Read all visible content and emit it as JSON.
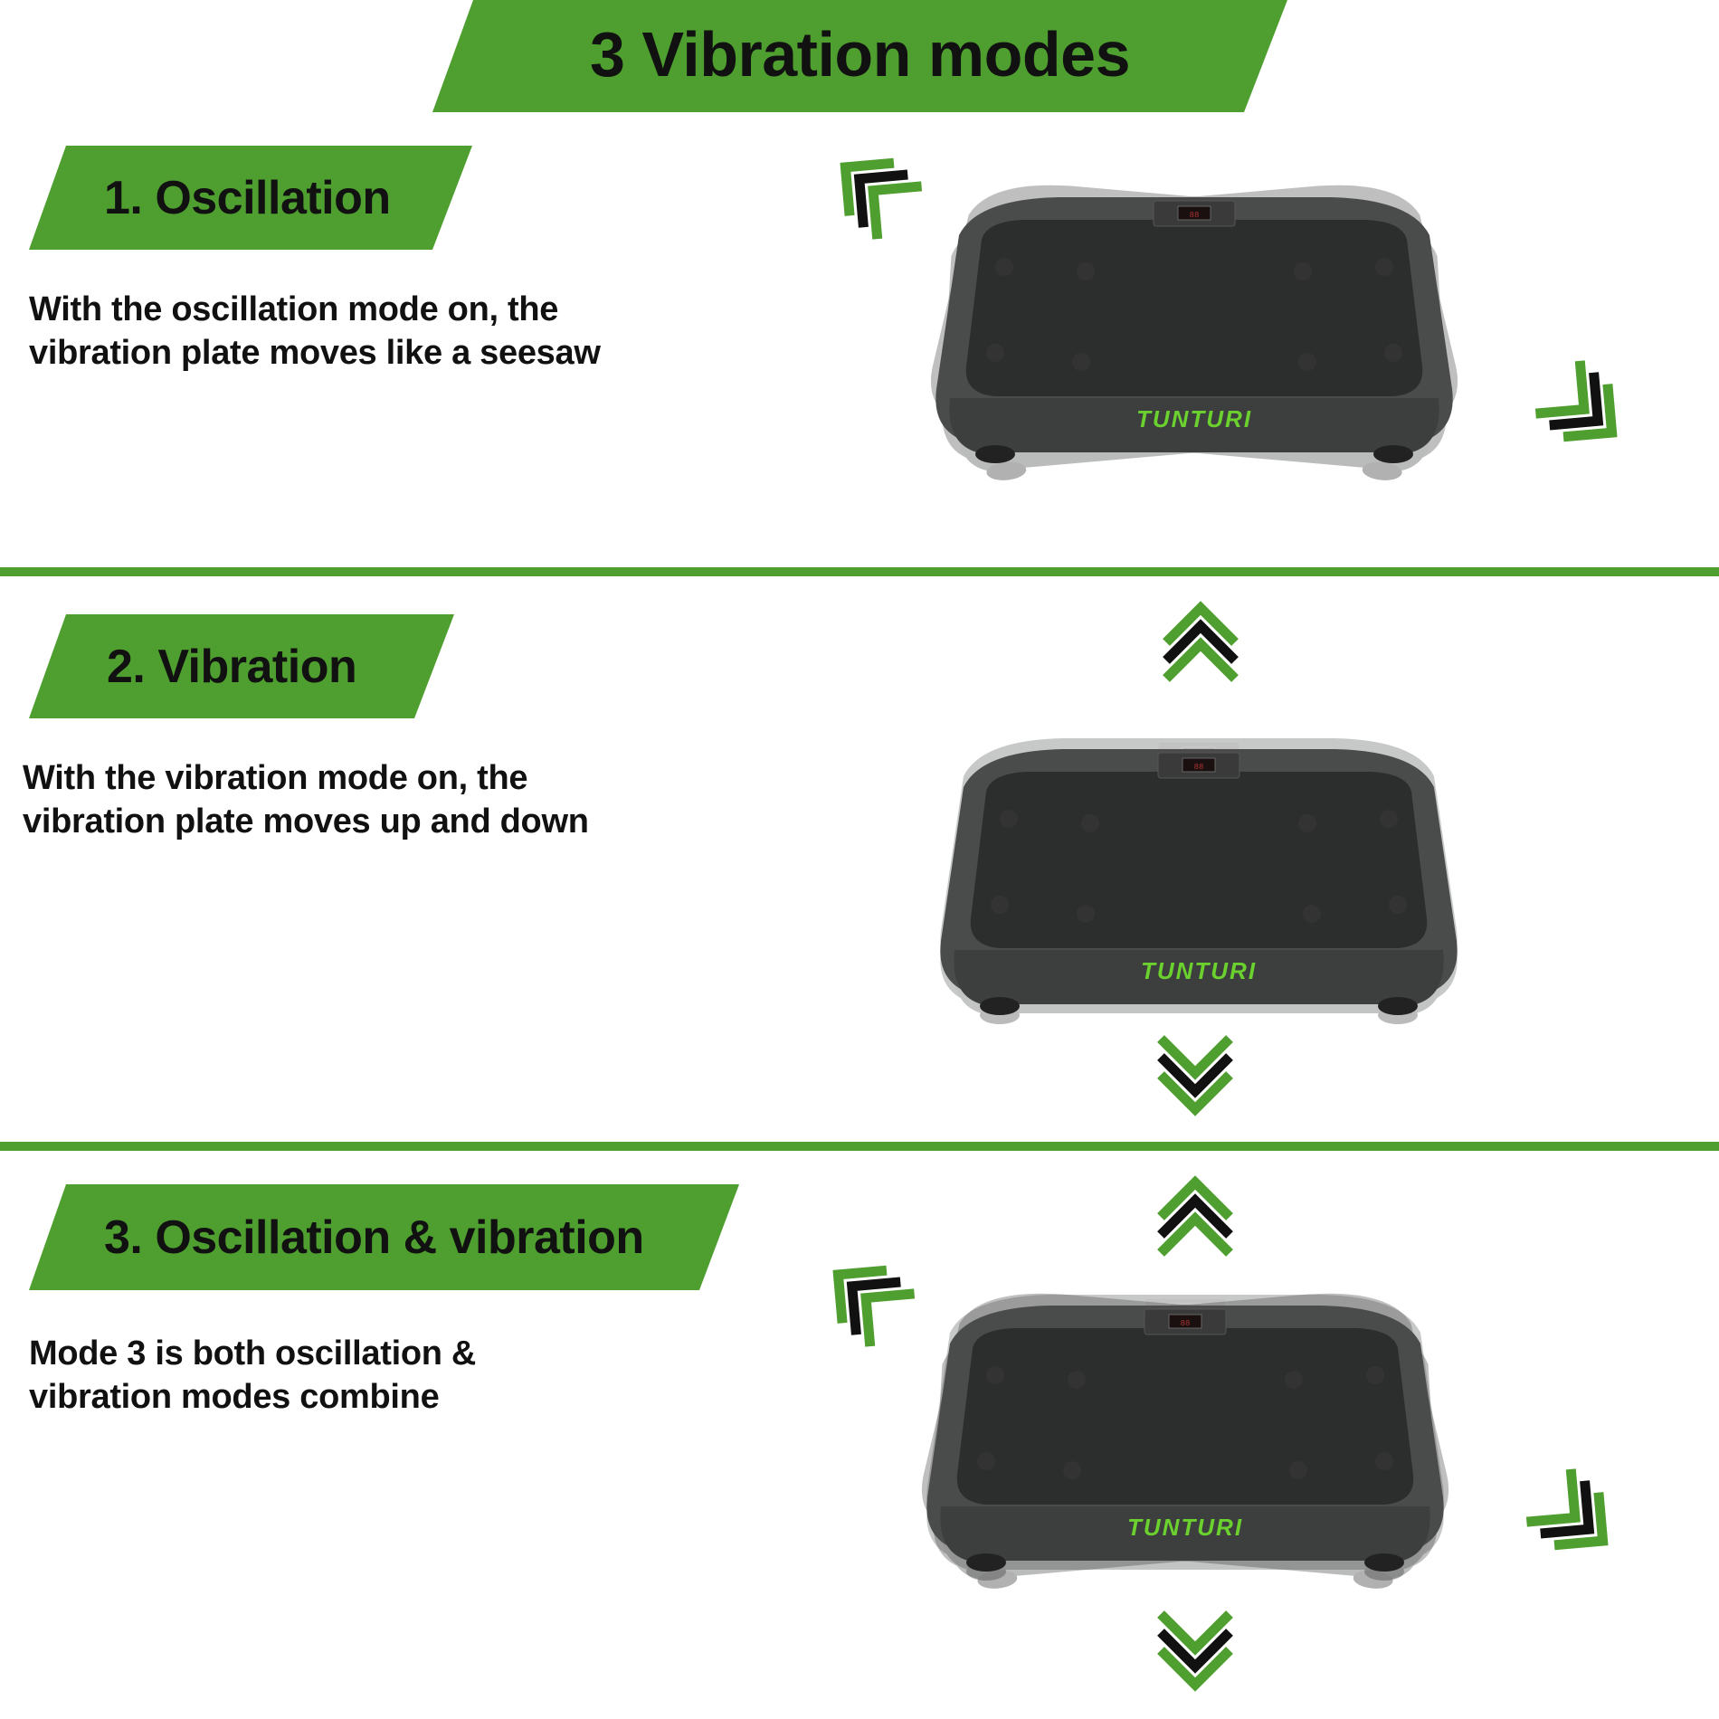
{
  "colors": {
    "accent_green": "#4e9f2f",
    "text": "#111111",
    "plate": "#3a3b3b",
    "logo_green": "#6ad12e"
  },
  "title": "3 Vibration modes",
  "brand_logo": "TUNTURI",
  "sections": [
    {
      "label": "1. Oscillation",
      "description": [
        "With the oscillation mode on, the",
        "vibration plate moves like a seesaw"
      ],
      "arrows": [
        "chevron-up-left-icon",
        "chevron-down-right-icon"
      ]
    },
    {
      "label": "2. Vibration",
      "description": [
        "With the vibration mode on, the",
        "vibration plate moves up and down"
      ],
      "arrows": [
        "chevron-up-icon",
        "chevron-down-icon"
      ]
    },
    {
      "label": "3. Oscillation & vibration",
      "description": [
        "Mode 3 is both oscillation &",
        "vibration modes combine"
      ],
      "arrows": [
        "chevron-up-icon",
        "chevron-up-left-icon",
        "chevron-down-right-icon",
        "chevron-down-icon"
      ]
    }
  ]
}
